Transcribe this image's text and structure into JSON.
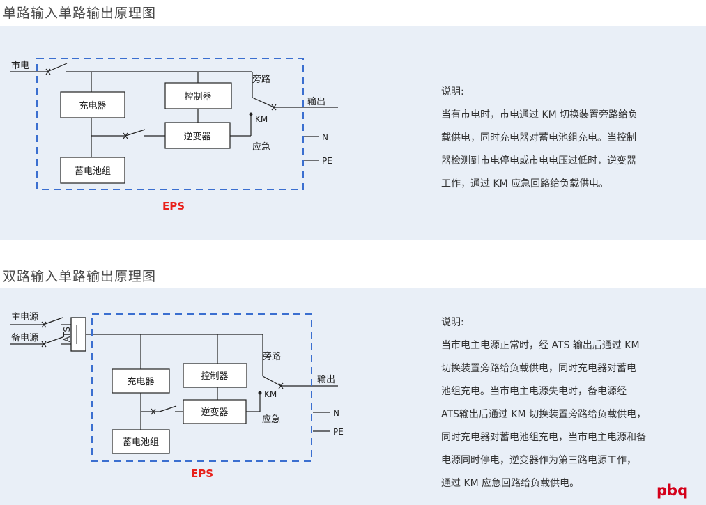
{
  "section1": {
    "heading": "单路输入单路输出原理图",
    "diagram": {
      "mains": "市电",
      "charger": "充电器",
      "controller": "控制器",
      "inverter": "逆变器",
      "battery": "蓄电池组",
      "bypass": "旁路",
      "km": "KM",
      "output": "输出",
      "emergency": "应急",
      "n": "N",
      "pe": "PE",
      "eps": "EPS"
    },
    "explanation": {
      "title": "说明:",
      "lines": [
        "当有市电时，市电通过 KM 切换装置旁路给负",
        "载供电，同时充电器对蓄电池组充电。当控制",
        "器检测到市电停电或市电电压过低时，逆变器",
        "工作，通过 KM 应急回路给负载供电。"
      ]
    }
  },
  "section2": {
    "heading": "双路输入单路输出原理图",
    "diagram": {
      "main_power": "主电源",
      "backup_power": "备电源",
      "ats": "ATS",
      "charger": "充电器",
      "controller": "控制器",
      "inverter": "逆变器",
      "battery": "蓄电池组",
      "bypass": "旁路",
      "km": "KM",
      "output": "输出",
      "emergency": "应急",
      "n": "N",
      "pe": "PE",
      "eps": "EPS"
    },
    "explanation": {
      "title": "说明:",
      "lines": [
        "当市电主电源正常时，经 ATS 输出后通过 KM",
        "切换装置旁路给负载供电，同时充电器对蓄电",
        "池组充电。当市电主电源失电时，备电源经",
        "ATS输出后通过 KM 切换装置旁路给负载供电，",
        "同时充电器对蓄电池组充电，当市电主电源和备",
        "电源同时停电，逆变器作为第三路电源工作，",
        "通过 KM 应急回路给负载供电。"
      ]
    }
  },
  "watermark": "pbq",
  "colors": {
    "panel": "#e9eff7",
    "dashed_border": "#3b6fd0",
    "eps_label": "#e8201a",
    "watermark": "#d4001a"
  }
}
